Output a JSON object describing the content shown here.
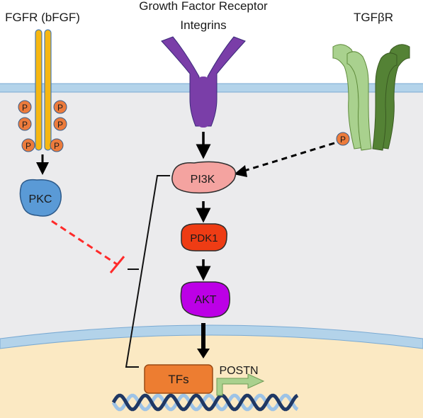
{
  "labels": {
    "fgfr": "FGFR (bFGF)",
    "gfr_line1": "Growth Factor Receptor",
    "gfr_line2": "Integrins",
    "tgfbr": "TGFβR",
    "phospho": "P",
    "pkc": "PKC",
    "pi3k": "PI3K",
    "pdk1": "PDK1",
    "akt": "AKT",
    "tfs": "TFs",
    "postn": "POSTN"
  },
  "colors": {
    "cytoplasm": "#ebebed",
    "membrane": "#b3d3ea",
    "membrane_edge": "#7aaad3",
    "nucleus": "#fbe9c3",
    "nuclear_membrane": "#b3d3ea",
    "fgfr": "#f6b712",
    "phospho": "#ec7b3c",
    "pkc": "#5a9ad6",
    "pi3k": "#f4a3a0",
    "pdk1": "#ee3c14",
    "akt": "#bc00e6",
    "receptor": "#7a3ea8",
    "tgfbr_light": "#a9d18e",
    "tgfbr_dark": "#548235",
    "inhibition": "#ff2a2a",
    "tfs": "#ed7d31",
    "postn_arrow": "#a9d18e",
    "dna_dark": "#1f3864",
    "dna_light": "#9dc3e6"
  },
  "icons": [
    "fgfr-receptor-icon",
    "growth-factor-receptor-icon",
    "tgfbr-receptor-icon",
    "dna-helix-icon",
    "postn-arrow-icon"
  ]
}
